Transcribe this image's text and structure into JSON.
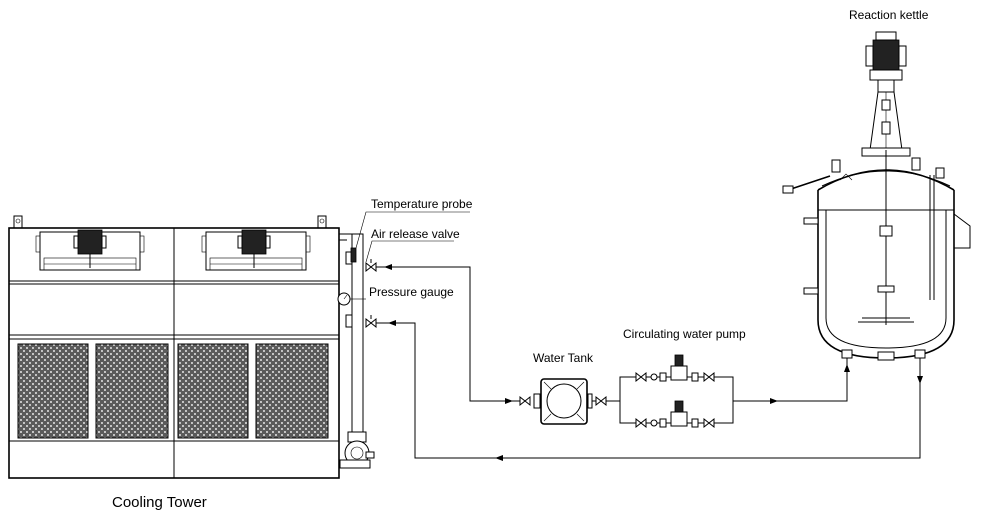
{
  "labels": {
    "reaction_kettle": "Reaction kettle",
    "temperature_probe": "Temperature probe",
    "air_release_valve": "Air release valve",
    "pressure_gauge": "Pressure gauge",
    "circulating_water_pump": "Circulating water pump",
    "water_tank": "Water Tank",
    "cooling_tower": "Cooling Tower"
  }
}
